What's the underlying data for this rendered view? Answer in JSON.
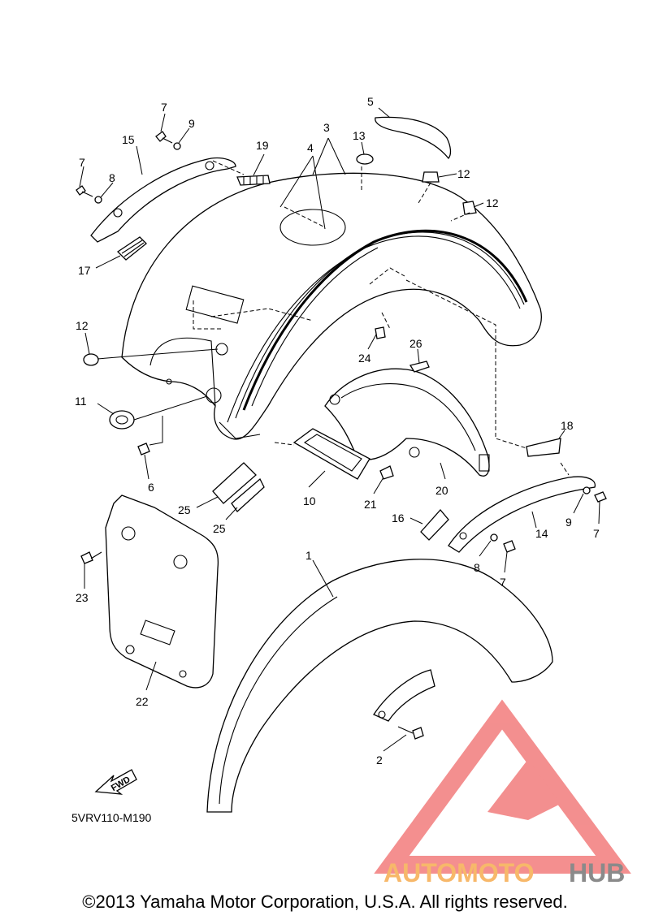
{
  "diagram_code": "5VRV110-M190",
  "fwd_label": "FWD",
  "watermark": {
    "text_a": "AUTOMOTO",
    "text_b": "HUB",
    "color_a": "#f7b86a",
    "color_b": "#8a8a8a",
    "logo_color": "#f06a6a"
  },
  "copyright": "©2013 Yamaha Motor Corporation, U.S.A. All rights reserved.",
  "callouts": {
    "p1": "1",
    "p2": "2",
    "p3": "3",
    "p4": "4",
    "p5": "5",
    "p6": "6",
    "p7a": "7",
    "p7b": "7",
    "p7c": "7",
    "p7d": "7",
    "p8a": "8",
    "p8b": "8",
    "p9a": "9",
    "p9b": "9",
    "p10": "10",
    "p11": "11",
    "p12a": "12",
    "p12b": "12",
    "p12c": "12",
    "p13": "13",
    "p14": "14",
    "p15": "15",
    "p16": "16",
    "p17": "17",
    "p18": "18",
    "p19": "19",
    "p20": "20",
    "p21": "21",
    "p22": "22",
    "p23": "23",
    "p24": "24",
    "p25a": "25",
    "p25b": "25",
    "p26": "26"
  }
}
